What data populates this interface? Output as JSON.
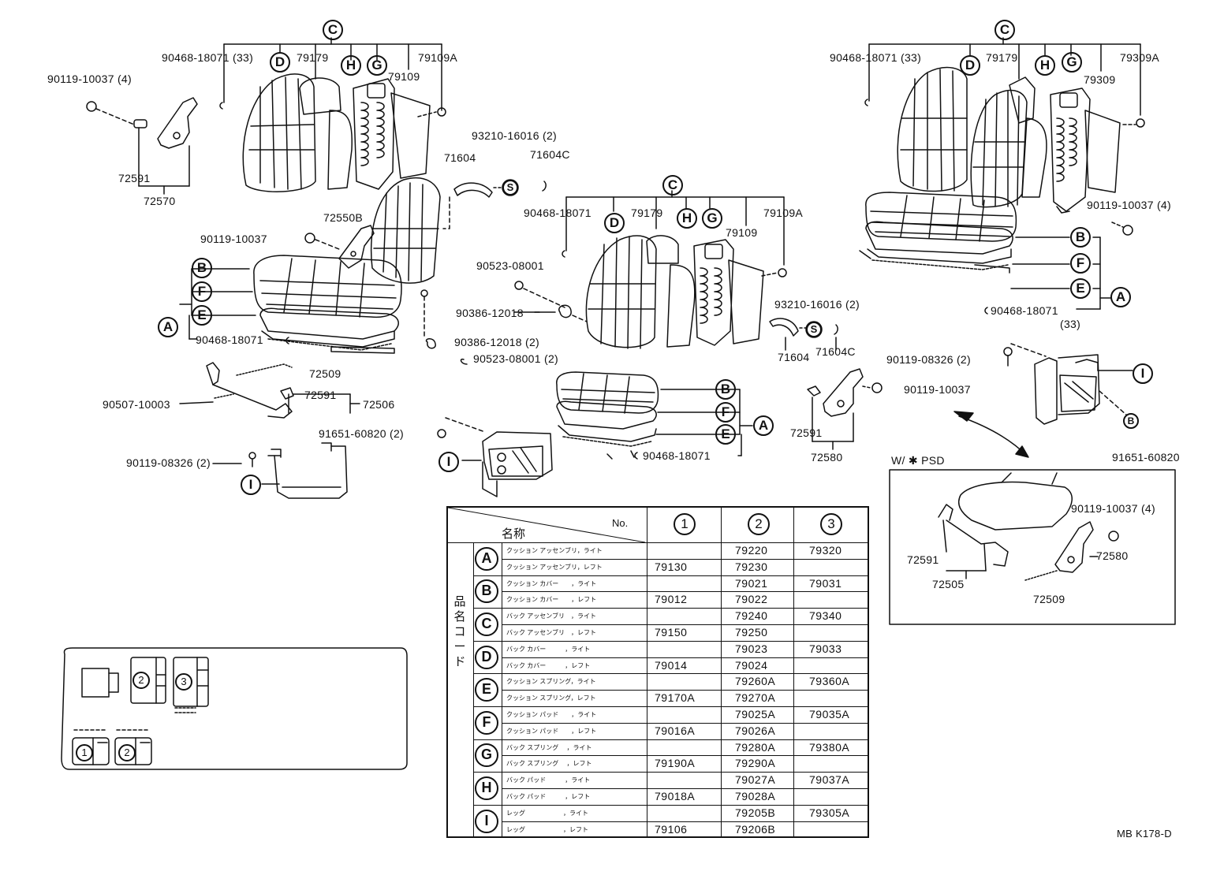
{
  "labels": {
    "c_left": "C",
    "d_left": "D",
    "h_left": "H",
    "g_left": "G",
    "p90468_left_top": "90468-18071 (33)",
    "p79179_left": "79179",
    "p79109a_left": "79109A",
    "p79109_left": "79109",
    "p90119_10037_4_left": "90119-10037 (4)",
    "p72591_left": "72591",
    "p72570": "72570",
    "p93210_top": "93210-16016 (2)",
    "p71604_top": "71604",
    "p71604c_top": "71604C",
    "p72550b": "72550B",
    "p90119_10037_mid": "90119-10037",
    "b_left": "B",
    "a_left": "A",
    "f_left": "F",
    "e_left": "E",
    "p90468_left_low": "90468-18071",
    "p90386_2": "90386-12018 (2)",
    "p90523_2": "90523-08001 (2)",
    "p72509_left": "72509",
    "p90507": "90507-10003",
    "p72591_mid": "72591",
    "p72506": "72506",
    "p91651_2": "91651-60820 (2)",
    "p90119_08326_left": "90119-08326 (2)",
    "i_left": "I",
    "i_mid": "I",
    "c_mid": "C",
    "d_mid": "D",
    "h_mid": "H",
    "g_mid": "G",
    "p90468_mid": "90468-18071",
    "p79179_mid": "79179",
    "p79109a_mid": "79109A",
    "p79109_mid": "79109",
    "p90523_mid": "90523-08001",
    "p90386_mid": "90386-12018",
    "p93210_mid": "93210-16016 (2)",
    "p71604_mid": "71604",
    "p71604c_mid": "71604C",
    "b_mid": "B",
    "f_mid": "F",
    "e_mid": "E",
    "a_mid": "A",
    "p90468_mid_low": "90468-18071",
    "c_right": "C",
    "d_right": "D",
    "h_right": "H",
    "g_right": "G",
    "p90468_right_top": "90468-18071 (33)",
    "p79179_right": "79179",
    "p79309a": "79309A",
    "p79309": "79309",
    "p90119_10037_4_right": "90119-10037 (4)",
    "b_right": "B",
    "f_right": "F",
    "e_right": "E",
    "a_right": "A",
    "p90468_right_low": "90468-18071",
    "p33_right": "(33)",
    "p90119_08326_right": "90119-08326 (2)",
    "i_right": "I",
    "p90119_10037_right": "90119-10037",
    "p72591_right": "72591",
    "p72580_right": "72580",
    "b_small": "B",
    "p91651_right": "91651-60820",
    "psd_title": "W/ ✱ PSD",
    "psd_90119": "90119-10037 (4)",
    "psd_72591": "72591",
    "psd_72580": "72580",
    "psd_72505": "72505",
    "psd_72509": "72509",
    "legend_2": "2",
    "legend_3": "3",
    "legend_1b": "1",
    "legend_2b": "2",
    "drawing_code": "MB K178-D"
  },
  "table": {
    "header_name": "名称",
    "header_no": "No.",
    "header_col1": "1",
    "header_col2": "2",
    "header_col3": "3",
    "side_label": "品名コード",
    "groups": [
      {
        "letter": "A",
        "rows": [
          {
            "name": "クッション アッセンブリ，ライト",
            "c1": "",
            "c2": "79220",
            "c3": "79320"
          },
          {
            "name": "クッション アッセンブリ，レフト",
            "c1": "79130",
            "c2": "79230",
            "c3": ""
          }
        ]
      },
      {
        "letter": "B",
        "rows": [
          {
            "name": "クッション カバー　　，ライト",
            "c1": "",
            "c2": "79021",
            "c3": "79031"
          },
          {
            "name": "クッション カバー　　，レフト",
            "c1": "79012",
            "c2": "79022",
            "c3": ""
          }
        ]
      },
      {
        "letter": "C",
        "rows": [
          {
            "name": "バック アッセンブリ　，ライト",
            "c1": "",
            "c2": "79240",
            "c3": "79340"
          },
          {
            "name": "バック アッセンブリ　，レフト",
            "c1": "79150",
            "c2": "79250",
            "c3": ""
          }
        ]
      },
      {
        "letter": "D",
        "rows": [
          {
            "name": "バック カバー　　　，ライト",
            "c1": "",
            "c2": "79023",
            "c3": "79033"
          },
          {
            "name": "バック カバー　　　，レフト",
            "c1": "79014",
            "c2": "79024",
            "c3": ""
          }
        ]
      },
      {
        "letter": "E",
        "rows": [
          {
            "name": "クッション スプリング，ライト",
            "c1": "",
            "c2": "79260A",
            "c3": "79360A"
          },
          {
            "name": "クッション スプリング，レフト",
            "c1": "79170A",
            "c2": "79270A",
            "c3": ""
          }
        ]
      },
      {
        "letter": "F",
        "rows": [
          {
            "name": "クッション パッド　　，ライト",
            "c1": "",
            "c2": "79025A",
            "c3": "79035A"
          },
          {
            "name": "クッション パッド　　，レフト",
            "c1": "79016A",
            "c2": "79026A",
            "c3": ""
          }
        ]
      },
      {
        "letter": "G",
        "rows": [
          {
            "name": "バック スプリング　 ，ライト",
            "c1": "",
            "c2": "79280A",
            "c3": "79380A"
          },
          {
            "name": "バック スプリング　 ，レフト",
            "c1": "79190A",
            "c2": "79290A",
            "c3": ""
          }
        ]
      },
      {
        "letter": "H",
        "rows": [
          {
            "name": "バック パッド　　　，ライト",
            "c1": "",
            "c2": "79027A",
            "c3": "79037A"
          },
          {
            "name": "バック パッド　　　，レフト",
            "c1": "79018A",
            "c2": "79028A",
            "c3": ""
          }
        ]
      },
      {
        "letter": "I",
        "rows": [
          {
            "name": "レッグ　　　　　　，ライト",
            "c1": "",
            "c2": "79205B",
            "c3": "79305A"
          },
          {
            "name": "レッグ　　　　　　，レフト",
            "c1": "79106",
            "c2": "79206B",
            "c3": ""
          }
        ]
      }
    ]
  }
}
